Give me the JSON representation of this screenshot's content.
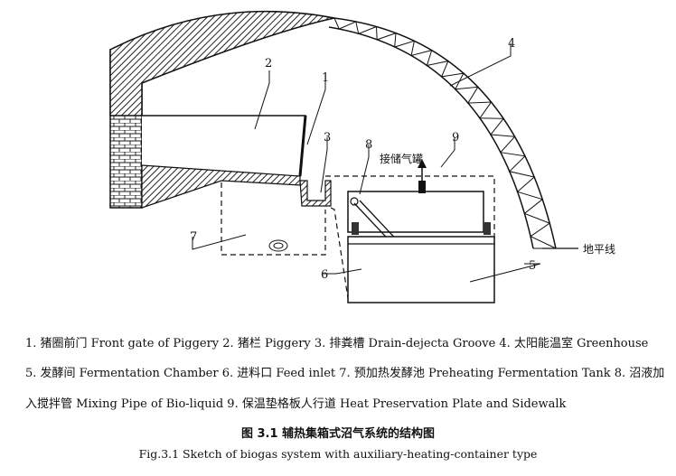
{
  "figure": {
    "callouts": [
      "1",
      "2",
      "3",
      "4",
      "5",
      "6",
      "7",
      "8",
      "9"
    ],
    "gas_tank_label": "接储气罐",
    "ground_label": "地平线"
  },
  "legend": {
    "line1": "1. 猪圈前门  Front gate of Piggery  2. 猪栏 Piggery  3. 排粪槽  Drain-dejecta Groove  4. 太阳能温室 Greenhouse",
    "line2": "5. 发酵间 Fermentation Chamber  6. 进料口 Feed inlet  7. 预加热发酵池 Preheating Fermentation Tank 8. 沼液加",
    "line3": "入搅拌管 Mixing Pipe of Bio-liquid  9.  保温垫格板人行道 Heat Preservation Plate and Sidewalk"
  },
  "caption": {
    "zh": "图 3.1  辅热集箱式沼气系统的结构图",
    "en": "Fig.3.1 Sketch of biogas system with auxiliary-heating-container type"
  }
}
